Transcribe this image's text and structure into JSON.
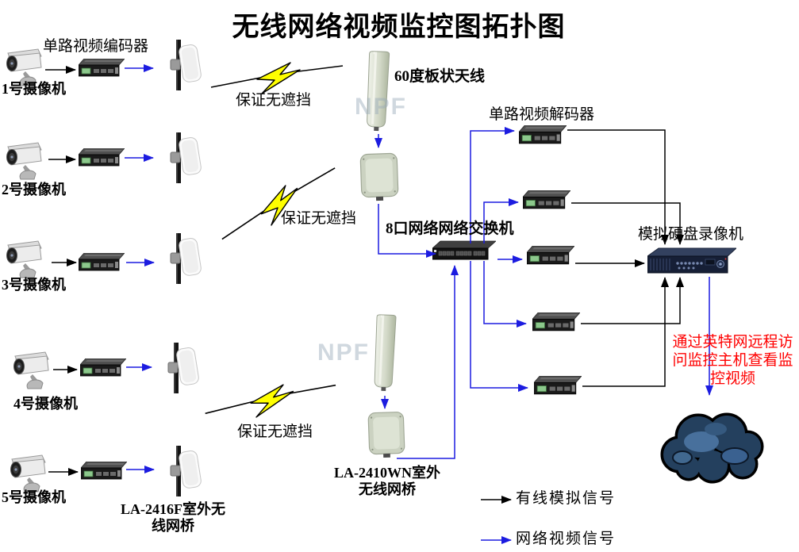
{
  "title": "无线网络视频监控图拓扑图",
  "left": {
    "encoder_label": "单路视频编码器",
    "cameras": [
      {
        "label": "1号摄像机"
      },
      {
        "label": "2号摄像机"
      },
      {
        "label": "3号摄像机"
      },
      {
        "label": "4号摄像机"
      },
      {
        "label": "5号摄像机"
      }
    ],
    "bridge_label_line1": "LA-2416F室外无",
    "bridge_label_line2": "线网桥"
  },
  "wireless": {
    "no_obstruction_label": "保证无遮挡"
  },
  "center": {
    "panel_antenna_label": "60度板状天线",
    "switch_label": "8口网络网络交换机",
    "bridge_label_line1": "LA-2410WN室外",
    "bridge_label_line2": "无线网桥"
  },
  "right": {
    "decoder_label": "单路视频解码器",
    "dvr_label": "模拟硬盘录像机",
    "remote_note_line1": "通过英特网远程访",
    "remote_note_line2": "问监控主机查看监",
    "remote_note_line3": "控视频"
  },
  "legend": {
    "wired_label": "有线模拟信号",
    "network_label": "网络视频信号"
  },
  "watermark": "NPF",
  "colors": {
    "wired_signal": "#000000",
    "network_signal": "#1c1ce0",
    "alert_text": "#ff0000",
    "lightning_fill": "#ffff00",
    "cloud_fill": "#24405e"
  },
  "icons": {
    "camera": "bullet-cctv-camera-icon",
    "codec": "rack-codec-device-icon",
    "antenna": "pole-panel-antenna-icon",
    "panel_antenna": "sector-panel-antenna-icon",
    "bridge": "outdoor-wireless-bridge-icon",
    "switch": "ethernet-switch-icon",
    "dvr": "hdd-video-recorder-icon",
    "lightning": "wireless-link-lightning-icon",
    "cloud": "internet-cloud-icon"
  }
}
